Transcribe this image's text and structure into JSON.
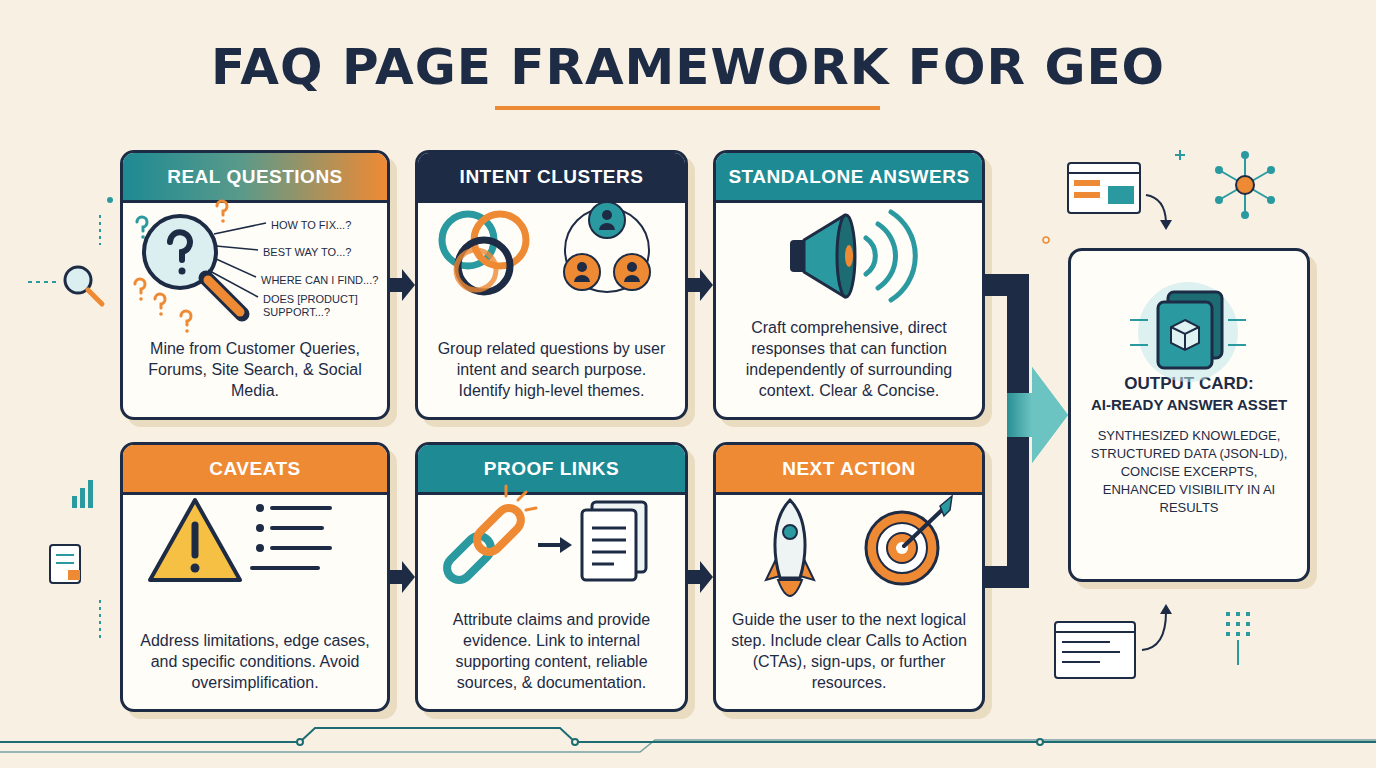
{
  "diagram": {
    "title": "FAQ PAGE FRAMEWORK FOR GEO",
    "nodes": [
      {
        "text": [
          "REAL QUESTIONS",
          "Mine from Customer Queries, Forums, Site Search, & Social Media."
        ]
      },
      {
        "text": [
          "INTENT CLUSTERS",
          "Group related questions by user intent and search purpose. Identify high-level themes."
        ]
      },
      {
        "text": [
          "STANDALONE ANSWERS",
          "Craft comprehensive, direct responses that can function independently of surrounding context. Clear & Concise."
        ]
      },
      {
        "text": [
          "CAVEATS",
          "Address limitations, edge cases, and specific conditions. Avoid oversimplification."
        ]
      },
      {
        "text": [
          "PROOF LINKS",
          "Attribute claims and provide evidence. Link to internal supporting content, reliable sources, & documentation."
        ]
      },
      {
        "text": [
          "NEXT ACTION",
          "Guide the user to the next logical step. Include clear Calls to Action (CTAs), sign-ups, or further resources."
        ]
      },
      {
        "text": [
          "OUTPUT CARD:",
          "AI-READY ANSWER ASSET",
          "SYNTHESIZED KNOWLEDGE, STRUCTURED DATA (JSON-LD), CONCISE EXCERPTS, ENHANCED VISIBILITY IN AI RESULTS"
        ]
      }
    ],
    "edges": [
      {
        "from": 0,
        "to": 1,
        "arrow": "to"
      },
      {
        "from": 1,
        "to": 2,
        "arrow": "to"
      },
      {
        "from": 3,
        "to": 4,
        "arrow": "to"
      },
      {
        "from": 4,
        "to": 5,
        "arrow": "to"
      },
      {
        "from": 2,
        "to": 6,
        "arrow": "to"
      },
      {
        "from": 5,
        "to": 6,
        "arrow": "to"
      }
    ],
    "labels": [
      "HOW TO FIX...?",
      "BEST WAY TO...?",
      "WHERE CAN I FIND...?",
      "DOES [PRODUCT] SUPPORT...?"
    ]
  }
}
